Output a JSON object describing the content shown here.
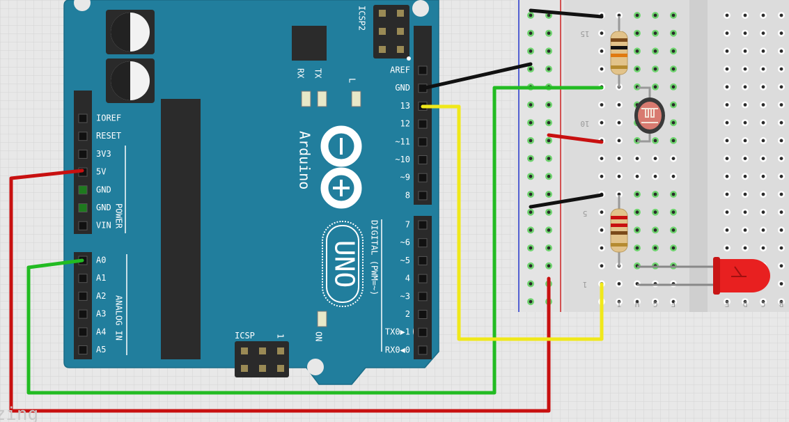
{
  "board": {
    "brand": "Arduino",
    "model": "UNO",
    "icsp2_label": "ICSP2",
    "icsp_label": "ICSP",
    "icsp_pin1": "1",
    "led_labels": {
      "rx": "RX",
      "tx": "TX",
      "l": "L",
      "on": "ON"
    },
    "power_header_label": "POWER",
    "analog_header_label": "ANALOG IN",
    "digital_header_label": "DIGITAL (PWM=~)",
    "power_pins": [
      "IOREF",
      "RESET",
      "3V3",
      "5V",
      "GND",
      "GND",
      "VIN"
    ],
    "analog_pins": [
      "A0",
      "A1",
      "A2",
      "A3",
      "A4",
      "A5"
    ],
    "digital_upper_pins": [
      "AREF",
      "GND",
      "13",
      "12",
      "~11",
      "~10",
      "~9",
      "8"
    ],
    "digital_lower_pins": [
      "7",
      "~6",
      "~5",
      "4",
      "~3",
      "2",
      "TX0▶1",
      "RX0◀0"
    ]
  },
  "breadboard": {
    "row_numbers": [
      "15",
      "10",
      "5",
      "1"
    ],
    "column_letters_left": [
      "I",
      "H",
      "G",
      "F"
    ],
    "column_letters_right": [
      "E",
      "D",
      "C",
      "B"
    ]
  },
  "components": [
    "photoresistor",
    "resistor-top",
    "resistor-bottom",
    "red-led"
  ],
  "wires": [
    {
      "name": "wire-5v",
      "color": "red"
    },
    {
      "name": "wire-a0",
      "color": "green"
    },
    {
      "name": "wire-gnd",
      "color": "black"
    },
    {
      "name": "wire-pin13",
      "color": "yellow"
    }
  ],
  "colors": {
    "board": "#217e9d",
    "wire_red": "#c81010",
    "wire_green": "#22bb22",
    "wire_yellow": "#f0e81a",
    "wire_black": "#111111",
    "led": "#e82020",
    "breadboard": "#dedede"
  },
  "watermark": "fritzing"
}
